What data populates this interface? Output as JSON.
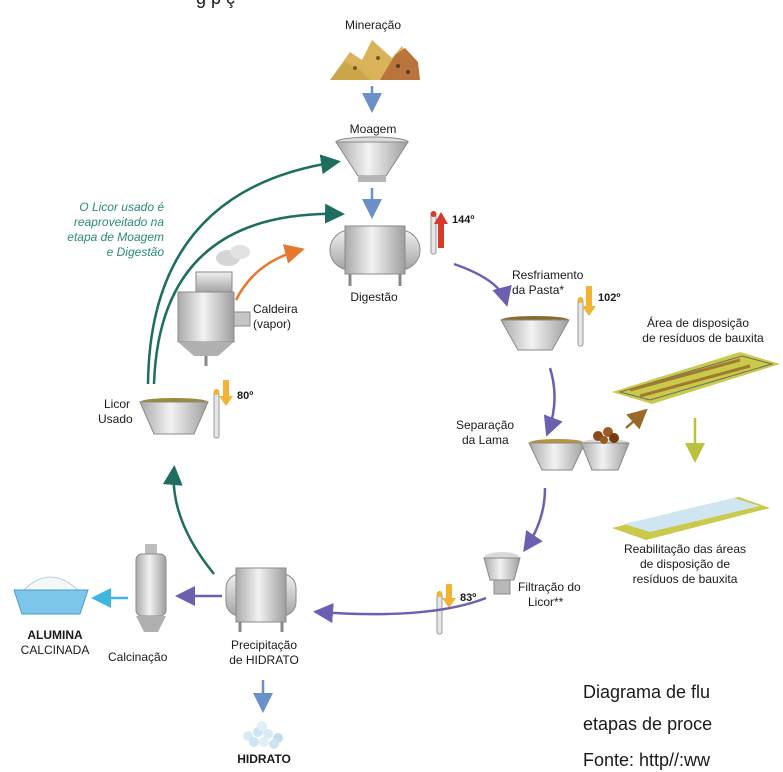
{
  "title_fragment": "g         p   ç",
  "steps": {
    "mineracao": "Mineração",
    "moagem": "Moagem",
    "digestao": "Digestão",
    "caldeira_1": "Caldeira",
    "caldeira_2": "(vapor)",
    "resfriamento_1": "Resfriamento",
    "resfriamento_2": "da Pasta*",
    "separacao_1": "Separação",
    "separacao_2": "da Lama",
    "filtracao_1": "Filtração do",
    "filtracao_2": "Licor**",
    "precipitacao_1": "Precipitação",
    "precipitacao_2": "de HIDRATO",
    "hidrato": "HIDRATO",
    "calcinacao": "Calcinação",
    "alumina_1": "ALUMINA",
    "alumina_2": "CALCINADA",
    "licor_1": "Licor",
    "licor_2": "Usado",
    "area_1": "Área de disposição",
    "area_2": "de resíduos de bauxita",
    "reab_1": "Reabilitação das áreas",
    "reab_2": "de disposição de",
    "reab_3": "resíduos de bauxita"
  },
  "note": {
    "line1": "O Licor usado é",
    "line2": "reaproveitado na",
    "line3": "etapa de Moagem",
    "line4": "e Digestão"
  },
  "temperatures": {
    "digestao": "144º",
    "resfriamento": "102º",
    "licor": "80º",
    "filtracao": "83º"
  },
  "caption": {
    "line1": "Diagrama de flu",
    "line2": "etapas de proce",
    "source": "Fonte: http//:ww"
  },
  "colors": {
    "flow_arrow": "#6b5fb0",
    "recycle_arrow": "#1d6e5e",
    "steam_arrow": "#e8772e",
    "ore_arrow": "#6b8fc9",
    "residue_arrow": "#9a6a2a",
    "rehab_arrow": "#b8c23a",
    "vessel_gray": "#c8c8c8",
    "heat_up": "#d63a2a",
    "heat_down": "#f2b233"
  }
}
